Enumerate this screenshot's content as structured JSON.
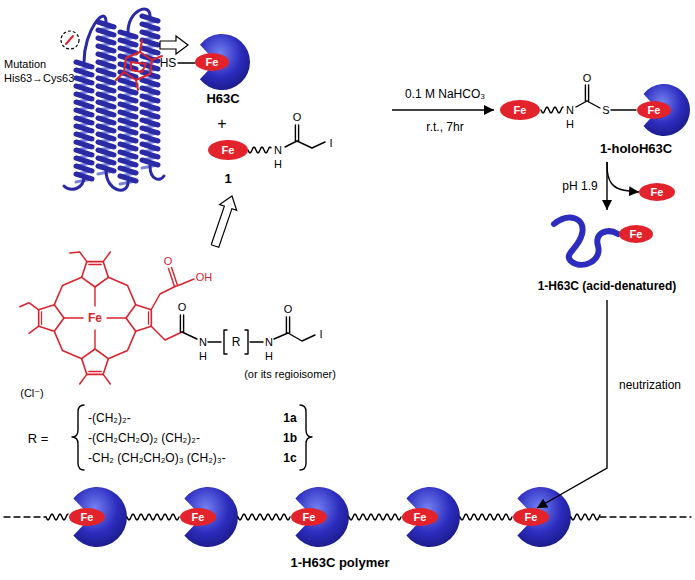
{
  "diagram": {
    "nodes": [
      {
        "text": [
          "H63C"
        ]
      },
      {
        "text": [
          "Fe"
        ],
        "in": 0
      },
      {
        "text": [
          "Fe"
        ]
      },
      {
        "text": [
          "Fe"
        ]
      },
      {
        "text": [
          "1-holoH63C"
        ]
      },
      {
        "text": [
          "Fe"
        ],
        "in": 4
      },
      {
        "text": [
          "Fe"
        ]
      },
      {
        "text": [
          "1-H63C (acid-denatured)"
        ]
      },
      {
        "text": [
          "Fe"
        ],
        "in": 7
      },
      {
        "text": [
          "Fe"
        ]
      },
      {
        "text": [
          "Fe"
        ]
      },
      {
        "text": [
          "Fe"
        ]
      },
      {
        "text": [
          "Fe"
        ]
      },
      {
        "text": [
          "Fe"
        ]
      }
    ],
    "edges": [
      {
        "from": 4,
        "to": 7,
        "arrow": "to",
        "label": "pH 1.9"
      },
      {
        "from": 4,
        "to": 6,
        "arrow": "to"
      },
      {
        "from": 7,
        "to": 13,
        "arrow": "to",
        "label": "neutrization"
      }
    ],
    "labels": [
      "Mutation",
      "His63→Cys63",
      "HS",
      "+",
      "N",
      "H",
      "O",
      "I",
      "1",
      "0.1 M NaHCO₃",
      "r.t., 7hr",
      "N",
      "H",
      "O",
      "S",
      "O",
      "OH",
      "Fe",
      "(Cl⁻)",
      "O",
      "N",
      "H",
      "R",
      "N",
      "H",
      "O",
      "I",
      "(or its regioisomer)",
      "R =",
      "-(CH₂)₂-",
      "1a",
      "-(CH₂CH₂O)₂ (CH₂)₂-",
      "1b",
      "-CH₂ (CH₂CH₂O)₃ (CH₂)₃-",
      "1c",
      "1-H63C polymer"
    ]
  }
}
